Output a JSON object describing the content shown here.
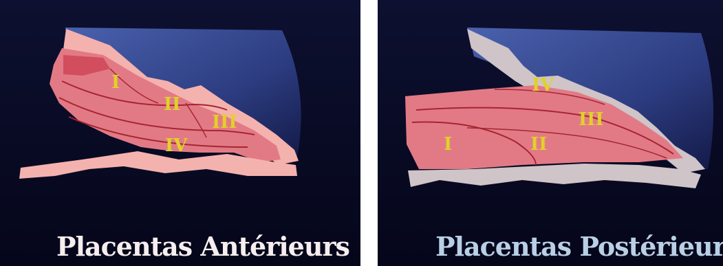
{
  "colors": {
    "background": "#0a0c24",
    "uterus_blue": "#3a4f97",
    "placenta_pink": "#e27a86",
    "placenta_dark_line": "#a52531",
    "anterior_wall": "#f4b2ae",
    "posterior_wall": "#cfc4c8",
    "label_yellow": "#e0d227"
  },
  "left_panel": {
    "caption": "Placentas Antérieurs",
    "zones": [
      "I",
      "II",
      "III",
      "IV"
    ]
  },
  "right_panel": {
    "caption": "Placentas Postérieurs",
    "zones": [
      "I",
      "II",
      "III",
      "IV"
    ]
  }
}
